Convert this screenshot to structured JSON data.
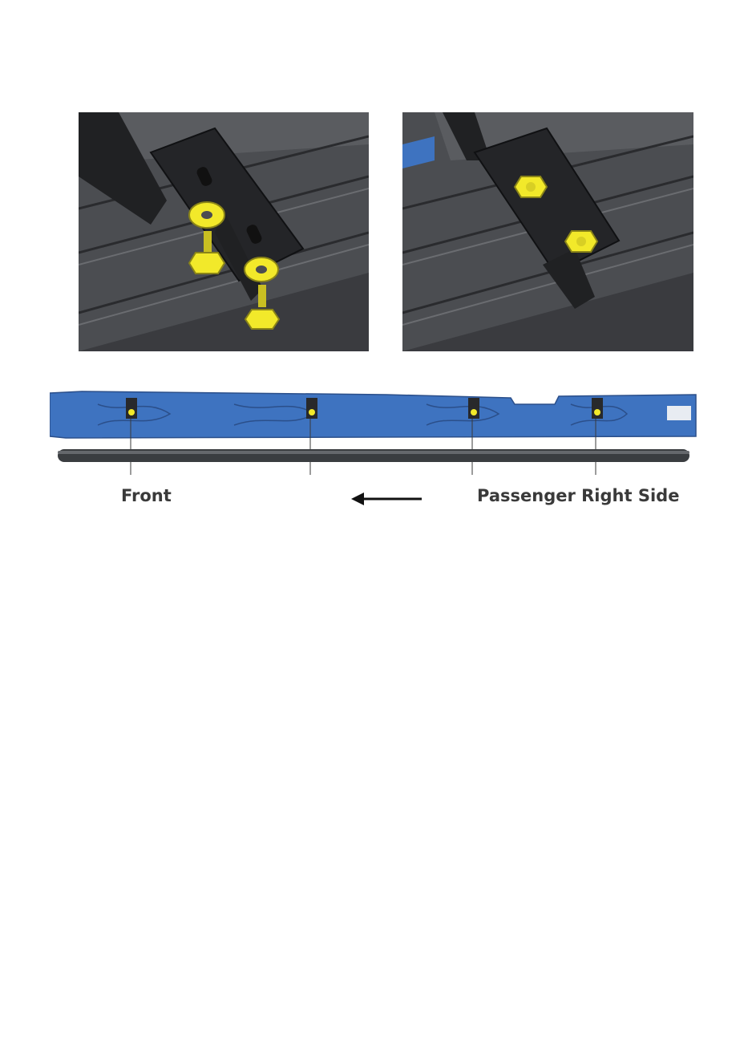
{
  "figure": {
    "labels": {
      "front": "Front",
      "side": "Passenger Right Side"
    },
    "arrow_direction": "left",
    "bracket_count": 4,
    "colors": {
      "rail_blue": "#3e73c0",
      "panel_dark": "#4a4c50",
      "bracket_black": "#202123",
      "hardware_yellow": "#f2e92a",
      "tube_dark": "#3a3d40"
    }
  }
}
